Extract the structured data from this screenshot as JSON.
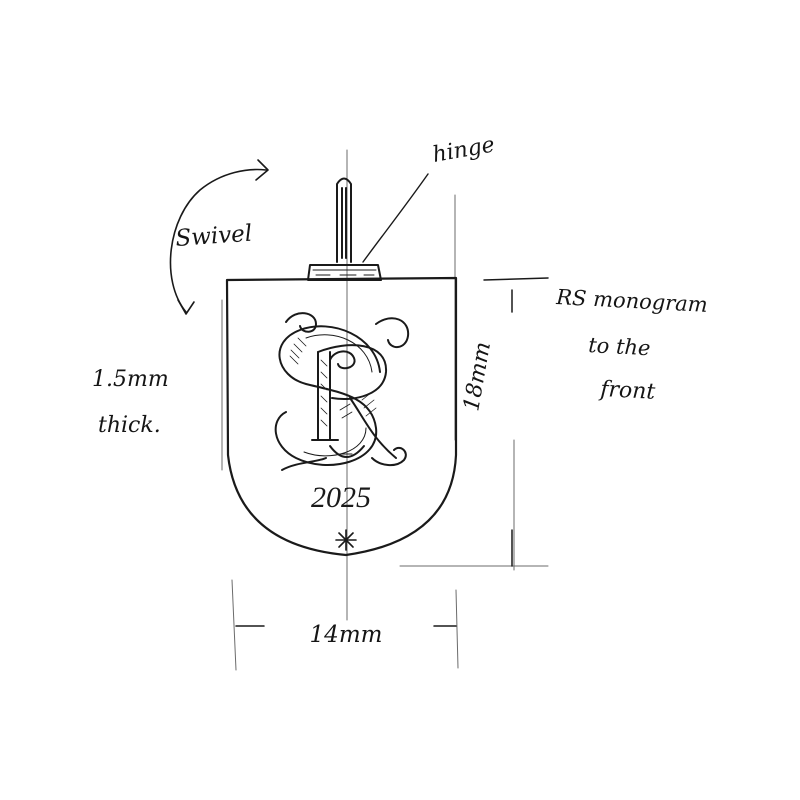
{
  "annotations": {
    "swivel": "Swivel",
    "hinge": "hinge",
    "thickness_line1": "1.5mm",
    "thickness_line2": "thick.",
    "height": "18mm",
    "width": "14mm",
    "note_line1": "RS monogram",
    "note_line2": "to the",
    "note_line3": "front"
  },
  "engraving": {
    "year": "2025"
  },
  "colors": {
    "ink": "#1a1a1a",
    "paper": "#ffffff"
  }
}
